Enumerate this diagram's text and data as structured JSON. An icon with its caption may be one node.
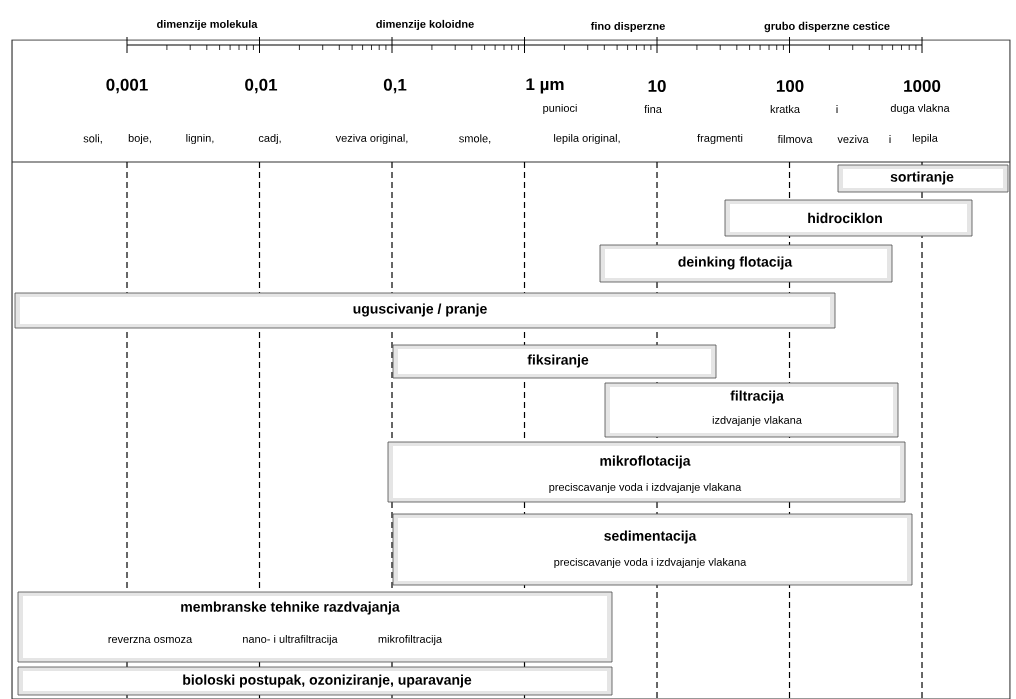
{
  "diagram": {
    "nodes": [
      {
        "text": [
          "sortiranje"
        ]
      },
      {
        "text": [
          "hidrociklon"
        ]
      },
      {
        "text": [
          "deinking flotacija"
        ]
      },
      {
        "text": [
          "uguscivanje / pranje"
        ]
      },
      {
        "text": [
          "fiksiranje"
        ]
      },
      {
        "text": [
          "filtracija",
          "izdvajanje vlakana"
        ]
      },
      {
        "text": [
          "mikroflotacija",
          "preciscavanje voda  i  izdvajanje vlakana"
        ]
      },
      {
        "text": [
          "sedimentacija",
          "preciscavanje voda  i izdvajanje vlakana"
        ]
      },
      {
        "text": [
          "membranske tehnike razdvajanja",
          "reverzna osmoza",
          "nano- i ultrafiltracija",
          "mikrofiltracija"
        ]
      },
      {
        "text": [
          "bioloski postupak, ozoniziranje, uparavanje"
        ]
      }
    ],
    "labels": [
      "dimenzije molekula",
      "dimenzije koloidne",
      "fino disperzne",
      "grubo disperzne cestice",
      "0,001",
      "0,01",
      "0,1",
      "1 µm",
      "10",
      "100",
      "1000",
      "punioci",
      "fina",
      "kratka",
      "i",
      "duga vlakna",
      "soli,",
      "boje,",
      "lignin,",
      "cadj,",
      "veziva original,",
      "smole,",
      "lepila original,",
      "fragmenti",
      "filmova",
      "veziva",
      "i",
      "lepila"
    ]
  }
}
